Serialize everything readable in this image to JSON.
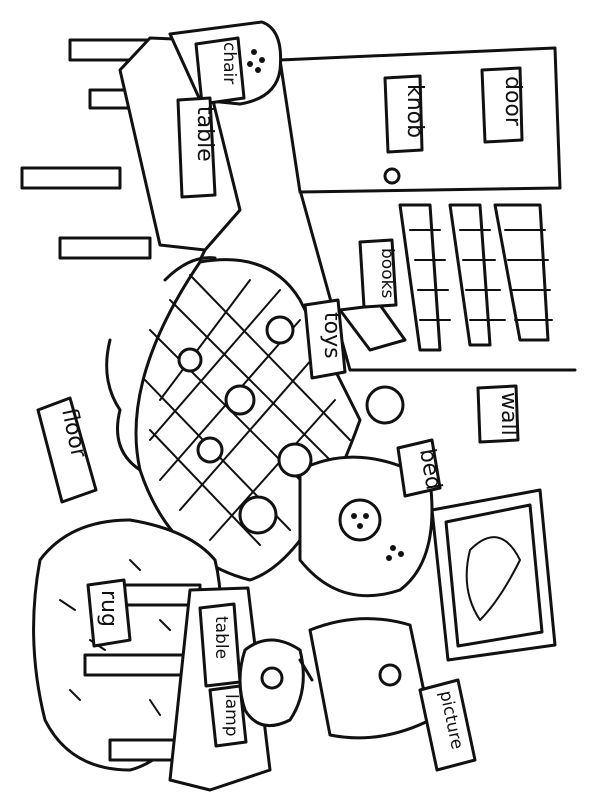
{
  "labels": {
    "chair": "chair",
    "table_top": "table",
    "knob": "knob",
    "door": "door",
    "books": "books",
    "toys": "toys",
    "wall": "wall",
    "floor": "floor",
    "bed": "bed",
    "rug": "rug",
    "table_bottom": "table",
    "lamp": "lamp",
    "picture": "picture"
  },
  "colors": {
    "ink": "#111111",
    "paper": "#ffffff"
  }
}
